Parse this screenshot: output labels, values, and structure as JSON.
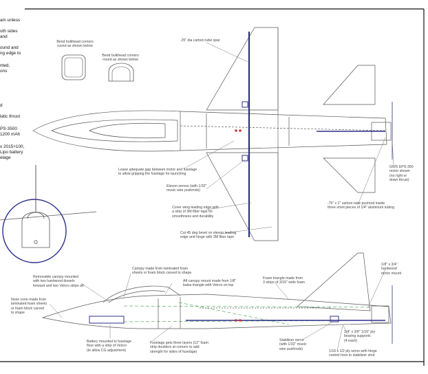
{
  "left_notes": [
    {
      "lines": [
        "am unless"
      ]
    },
    {
      "lines": [
        "oth sides",
        "and"
      ]
    },
    {
      "lines": [
        "ound and",
        "ng edge to"
      ]
    },
    {
      "lines": [
        "nted,",
        "ons"
      ]
    },
    {
      "lines": [
        "d"
      ]
    },
    {
      "lines": [
        "latic thrust"
      ]
    },
    {
      "lines": [
        "PS-3500",
        "1200 mAh"
      ]
    },
    {
      "lines": [
        "x 2015+100,",
        "Lipo battery",
        "elage"
      ]
    }
  ],
  "callouts": {
    "bulkhead_rear": [
      "Bend bulkhead corners",
      "round as shown below"
    ],
    "bulkhead_front": [
      "Bend bulkhead corners",
      "round as shown below"
    ],
    "spar": [
      ".25\" dia carbon tube spar"
    ],
    "gap": [
      "Leave adequate gap between motor and fuselage",
      "to allow gripping the fuselage for launching"
    ],
    "elevon_servo": [
      "Elevon servos (with 1/32\"",
      "music wire pushrods)"
    ],
    "tape": [
      "Cover wing leading edge with",
      "a strip of 3M fiber tape for",
      "smoothness and durability"
    ],
    "hinge": [
      "Cut 45 deg bevel on elevon leading",
      "edge and hinge with 3M fiber tape"
    ],
    "motor": [
      "GWS EPS-350",
      "motor shown",
      "(no right or",
      "down thrust)"
    ],
    "carbon": [
      ".75\" x 1\" carbon tube pushrod inside",
      "three short pieces of 1/4\" aluminum tubing"
    ],
    "canopy_removable": [
      "Removable canopy mounted",
      "with two hardwood dowels",
      "forward and two Velcro strips aft"
    ],
    "nose_cone": [
      "Nose cone made from",
      "laminated foam sheets",
      "or foam block carved",
      "to shape"
    ],
    "canopy_made": [
      "Canopy made from laminated foam",
      "sheets or foam block carved to shape"
    ],
    "aft_canopy": [
      "Aft canopy mount made from 1/8\"",
      "balsa triangle with Velcro on top"
    ],
    "foam_triangle": [
      "Foam triangle made from",
      "3 strips of 3/16\" wide foam"
    ],
    "dowel": [
      "1/8\" x 3/4\"",
      "hardwood",
      "motor mount"
    ],
    "battery": [
      "Battery mounted to fuselage",
      "floor with a strip of Velcro",
      "(to allow CG adjustment)"
    ],
    "doublers": [
      "Fuselage gets three layers (12\" foam",
      "strip doublers at corners to add",
      "strength for sides of fuselage)"
    ],
    "stabilizer": [
      "Stabilizer servo",
      "(with 1/32\" music",
      "wire pushrods)"
    ],
    "bearing": [
      "1/4\" x 3/8\" 1/16\" ply",
      "bearing supports",
      "(4 each)"
    ],
    "pivot": [
      "1/16 x 1/2 ply servo with hinge",
      "control horn to stabilizer strut"
    ]
  }
}
